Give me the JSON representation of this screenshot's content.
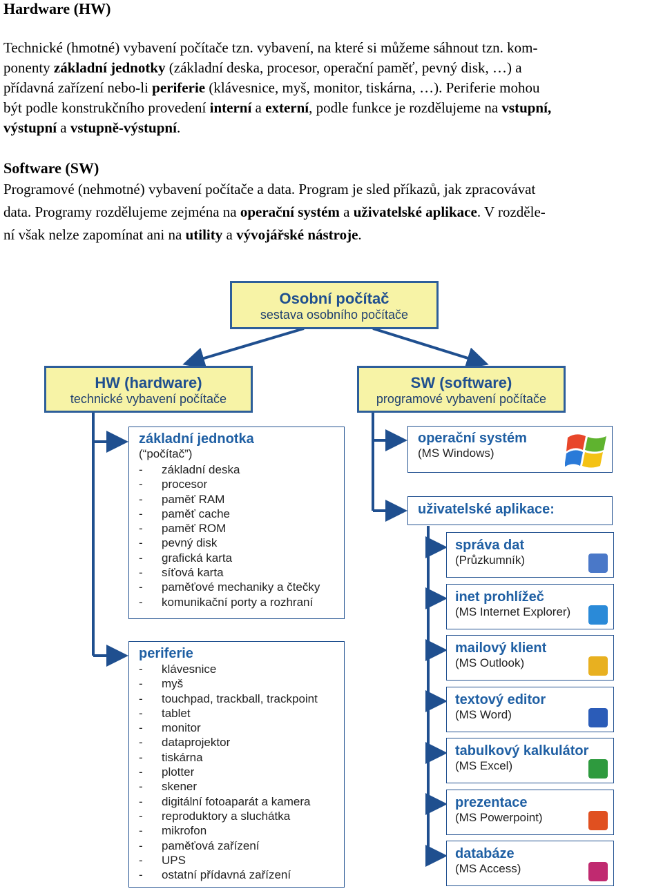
{
  "hw": {
    "heading": "Hardware (HW)",
    "p1": "Technické (hmotné) vybavení počítače tzn. vybavení, na které si můžeme sáhnout tzn. kom-",
    "p2a": "ponenty ",
    "p2b": "základní jednotky",
    "p2c": " (základní deska, procesor, operační paměť, pevný disk, …) a",
    "p3a": "přídavná zařízení nebo-li ",
    "p3b": "periferie",
    "p3c": " (klávesnice, myš, monitor, tiskárna, …). Periferie mohou",
    "p4a": "být podle konstrukčního provedení ",
    "p4b": "interní",
    "p4c": " a ",
    "p4d": "externí",
    "p4e": ", podle funkce je rozdělujeme na ",
    "p4f": "vstupní,",
    "p5a": "výstupní",
    "p5b": " a ",
    "p5c": "vstupně-výstupní",
    "p5d": "."
  },
  "sw": {
    "heading": "Software (SW)",
    "p1": "Programové (nehmotné) vybavení počítače a data. Program je sled příkazů, jak zpracovávat",
    "p2a": "data. Programy rozdělujeme zejména na ",
    "p2b": "operační systém",
    "p2c": " a ",
    "p2d": "uživatelské aplikace",
    "p2e": ". V rozděle-",
    "p3a": "ní však nelze zapomínat ani na ",
    "p3b": "utility",
    "p3c": " a ",
    "p3d": "vývojářské nástroje",
    "p3e": "."
  },
  "diagram": {
    "root": {
      "title": "Osobní počítač",
      "subtitle": "sestava osobního počítače"
    },
    "hw": {
      "title": "HW (hardware)",
      "subtitle": "technické vybavení počítače"
    },
    "sw": {
      "title": "SW (software)",
      "subtitle": "programové vybavení počítače"
    },
    "zakladni": {
      "title": "základní jednotka",
      "subtitle": "(“počítač”)",
      "items": [
        "základní deska",
        "procesor",
        "paměť RAM",
        "paměť cache",
        "paměť ROM",
        "pevný disk",
        "grafická karta",
        "síťová karta",
        "paměťové mechaniky a čtečky",
        "komunikační porty a rozhraní"
      ]
    },
    "periferie": {
      "title": "periferie",
      "items": [
        "klávesnice",
        "myš",
        "touchpad, trackball, trackpoint",
        "tablet",
        "monitor",
        "dataprojektor",
        "tiskárna",
        "plotter",
        "skener",
        "digitální fotoaparát a kamera",
        "reproduktory a sluchátka",
        "mikrofon",
        "paměťová zařízení",
        "UPS",
        "ostatní přídavná zařízení"
      ]
    },
    "os": {
      "title": "operační systém",
      "subtitle": "(MS Windows)"
    },
    "apps_header": "uživatelské aplikace:",
    "apps": [
      {
        "title": "správa dat",
        "subtitle": "(Průzkumník)",
        "icon": "explorer-icon",
        "color": "#4a78c8"
      },
      {
        "title": "inet prohlížeč",
        "subtitle": "(MS Internet Explorer)",
        "icon": "internet-explorer-icon",
        "color": "#2a8ad8"
      },
      {
        "title": "mailový klient",
        "subtitle": "(MS Outlook)",
        "icon": "outlook-icon",
        "color": "#e8b020"
      },
      {
        "title": "textový editor",
        "subtitle": "(MS Word)",
        "icon": "word-icon",
        "color": "#2b5cb8"
      },
      {
        "title": "tabulkový kalkulátor",
        "subtitle": "(MS Excel)",
        "icon": "excel-icon",
        "color": "#2e9a3e"
      },
      {
        "title": "prezentace",
        "subtitle": "(MS Powerpoint)",
        "icon": "powerpoint-icon",
        "color": "#e05020"
      },
      {
        "title": "databáze",
        "subtitle": "(MS Access)",
        "icon": "access-icon",
        "color": "#c02a70"
      }
    ]
  }
}
